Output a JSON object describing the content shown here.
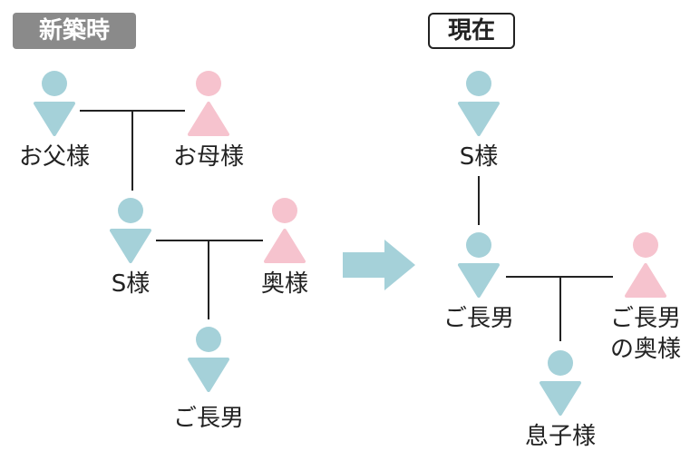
{
  "badges": {
    "past": "新築時",
    "now": "現在"
  },
  "colors": {
    "male": "#a5d1d9",
    "female": "#f6c3ce",
    "arrow": "#a5d1d9",
    "line": "#222222",
    "past_badge": "#8a8a8a"
  },
  "past": {
    "father": "お父様",
    "mother": "お母様",
    "s": "S様",
    "wife": "奥様",
    "son": "ご長男"
  },
  "now": {
    "s": "S様",
    "son": "ご長男",
    "son_wife_line1": "ご長男",
    "son_wife_line2": "の奥様",
    "grandson": "息子様"
  }
}
